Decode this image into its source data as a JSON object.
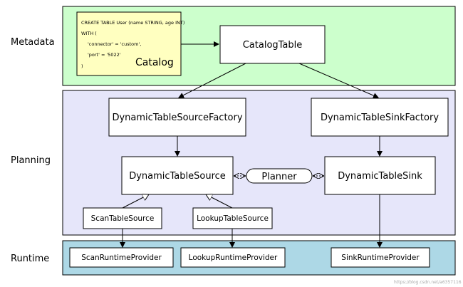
{
  "layers": {
    "metadata": "Metadata",
    "planning": "Planning",
    "runtime": "Runtime"
  },
  "catalog": {
    "code_lines": [
      "CREATE TABLE User (name STRING, age INT)",
      "WITH (",
      "'connector' = 'custom',",
      "'port' = '5022'",
      ")"
    ],
    "label": "Catalog"
  },
  "nodes": {
    "catalog_table": "CatalogTable",
    "source_factory": "DynamicTableSourceFactory",
    "sink_factory": "DynamicTableSinkFactory",
    "table_source": "DynamicTableSource",
    "planner": "Planner",
    "table_sink": "DynamicTableSink",
    "scan_table_source": "ScanTableSource",
    "lookup_table_source": "LookupTableSource",
    "scan_runtime_provider": "ScanRuntimeProvider",
    "lookup_runtime_provider": "LookupRuntimeProvider",
    "sink_runtime_provider": "SinkRuntimeProvider"
  },
  "colors": {
    "metadata_fill": "#ccffcc",
    "planning_fill": "#e6e6fa",
    "runtime_fill": "#add8e6",
    "catalog_fill": "#ffffc0",
    "node_fill": "#ffffff",
    "stroke": "#000000"
  },
  "watermark": "https://blog.csdn.net/a6357116"
}
